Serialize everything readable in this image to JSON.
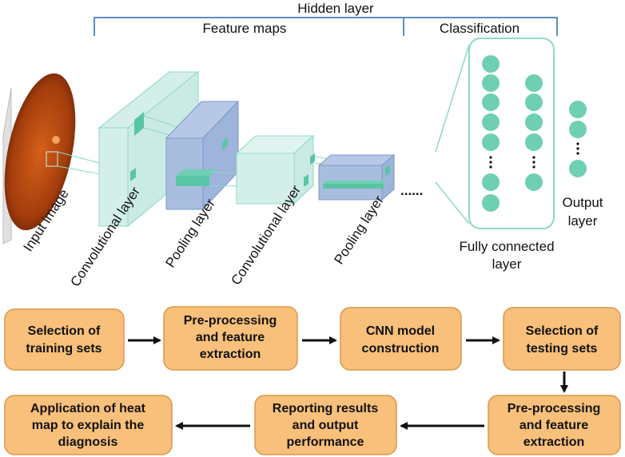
{
  "header": {
    "hidden_layer": "Hidden layer",
    "feature_maps": "Feature maps",
    "classification": "Classification"
  },
  "network": {
    "input_image": "Input image",
    "conv_layer_1": "Convolutional layer",
    "pooling_layer_1": "Pooling layer",
    "conv_layer_2": "Convolutional layer",
    "pooling_layer_2": "Pooling layer",
    "ellipsis": "......",
    "fully_connected_line1": "Fully connected",
    "fully_connected_line2": "layer",
    "output_line1": "Output",
    "output_line2": "layer"
  },
  "flow": {
    "steps": [
      {
        "line1": "Selection of",
        "line2": "training sets",
        "line3": ""
      },
      {
        "line1": "Pre-processing",
        "line2": "and feature",
        "line3": "extraction"
      },
      {
        "line1": "CNN model",
        "line2": "construction",
        "line3": ""
      },
      {
        "line1": "Selection of",
        "line2": "testing sets",
        "line3": ""
      },
      {
        "line1": "Pre-processing",
        "line2": "and feature",
        "line3": "extraction"
      },
      {
        "line1": "Reporting results",
        "line2": "and output",
        "line3": "performance"
      },
      {
        "line1": "Application of heat",
        "line2": "map to explain the",
        "line3": "diagnosis"
      }
    ]
  },
  "colors": {
    "bracket": "#5b8fc7",
    "conv_fill": "#d4efe9",
    "pool_fill": "#a9bedf",
    "neuron": "#6fcfb2",
    "fc_border": "#8ed8c6",
    "box_fill": "#f8c07a",
    "box_border": "#d8994a",
    "arrow": "#111111"
  }
}
